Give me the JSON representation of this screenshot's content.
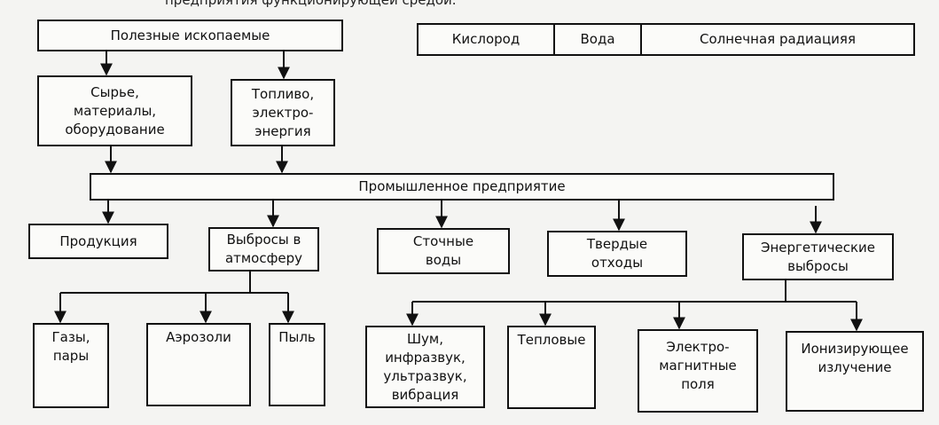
{
  "caption_fragment": "предприятия функционирующей средой.",
  "resources": {
    "minerals": "Полезные ископаемые",
    "cells": [
      "Кислород",
      "Вода",
      "Солнечная радиацияя"
    ]
  },
  "inputs": {
    "raw": "Сырье,\nматериалы,\nоборудование",
    "fuel": "Топливо,\nэлектро-\nэнергия"
  },
  "enterprise": "Промышленное предприятие",
  "outputs": {
    "products": "Продукция",
    "air": "Выбросы в\nатмосферу",
    "water": "Сточные\nводы",
    "solid": "Твердые\nотходы",
    "energy": "Энергетические\nвыбросы"
  },
  "air_types": {
    "gases": "Газы,\nпары",
    "aerosols": "Аэрозоли",
    "dust": "Пыль"
  },
  "energy_types": {
    "noise": "Шум,\nинфразвук,\nультразвук,\nвибрация",
    "thermal": "Тепловые",
    "em": "Электро-\nмагнитные\nполя",
    "ionizing": "Ионизирующее\nизлучение"
  }
}
